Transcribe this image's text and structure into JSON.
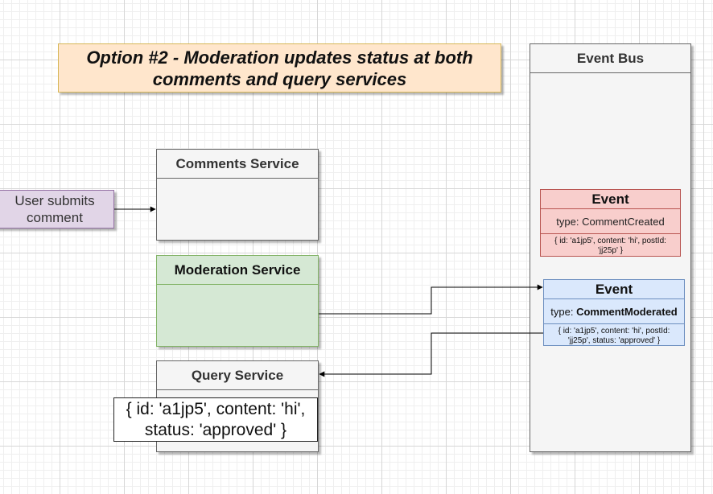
{
  "title": {
    "line1": "Option #2 - Moderation updates status at both",
    "line2": "comments and query services"
  },
  "event_bus": {
    "label": "Event Bus"
  },
  "services": {
    "comments": {
      "label": "Comments Service"
    },
    "moderation": {
      "label": "Moderation Service"
    },
    "query": {
      "label": "Query Service"
    }
  },
  "user_action": {
    "line1": "User submits",
    "line2": "comment"
  },
  "events": {
    "comment_created": {
      "title": "Event",
      "type_prefix": "type: ",
      "type_value": "CommentCreated",
      "payload_line1": "{ id: 'a1jp5', content: 'hi', postId:",
      "payload_line2": "'jj25p' }"
    },
    "comment_moderated": {
      "title": "Event",
      "type_prefix": "type: ",
      "type_value": "CommentModerated",
      "payload_line1": "{ id: 'a1jp5', content: 'hi', postId:",
      "payload_line2": "'jj25p', status: 'approved' }"
    }
  },
  "query_record": {
    "line1": "{ id: 'a1jp5', content: 'hi',",
    "line2": "status: 'approved' }"
  },
  "colors": {
    "title_fill": "#ffe6cc",
    "moderation_fill": "#d5e8d4",
    "created_fill": "#f8cecc",
    "moderated_fill": "#dae8fc",
    "user_fill": "#e1d5e7"
  }
}
